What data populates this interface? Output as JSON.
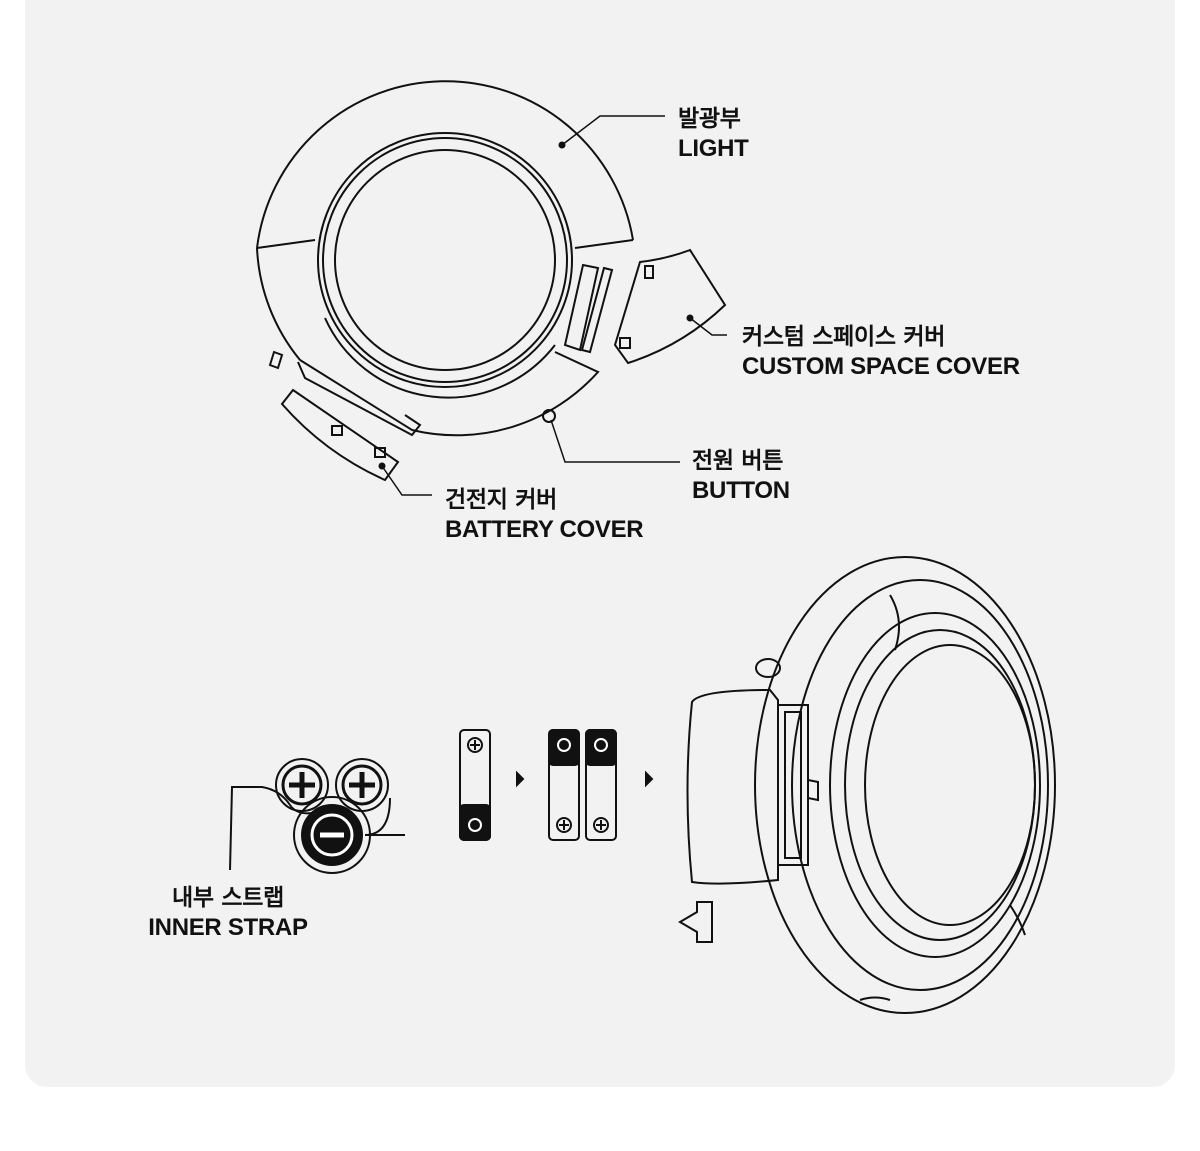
{
  "labels": {
    "light": {
      "ko": "발광부",
      "en": "LIGHT"
    },
    "custom_space_cover": {
      "ko": "커스텀 스페이스 커버",
      "en": "CUSTOM SPACE COVER"
    },
    "button": {
      "ko": "전원 버튼",
      "en": "BUTTON"
    },
    "battery_cover": {
      "ko": "건전지 커버",
      "en": "BATTERY COVER"
    },
    "inner_strap": {
      "ko": "내부 스트랩",
      "en": "INNER STRAP"
    }
  },
  "colors": {
    "background": "#f2f2f2",
    "stroke": "#111111"
  }
}
